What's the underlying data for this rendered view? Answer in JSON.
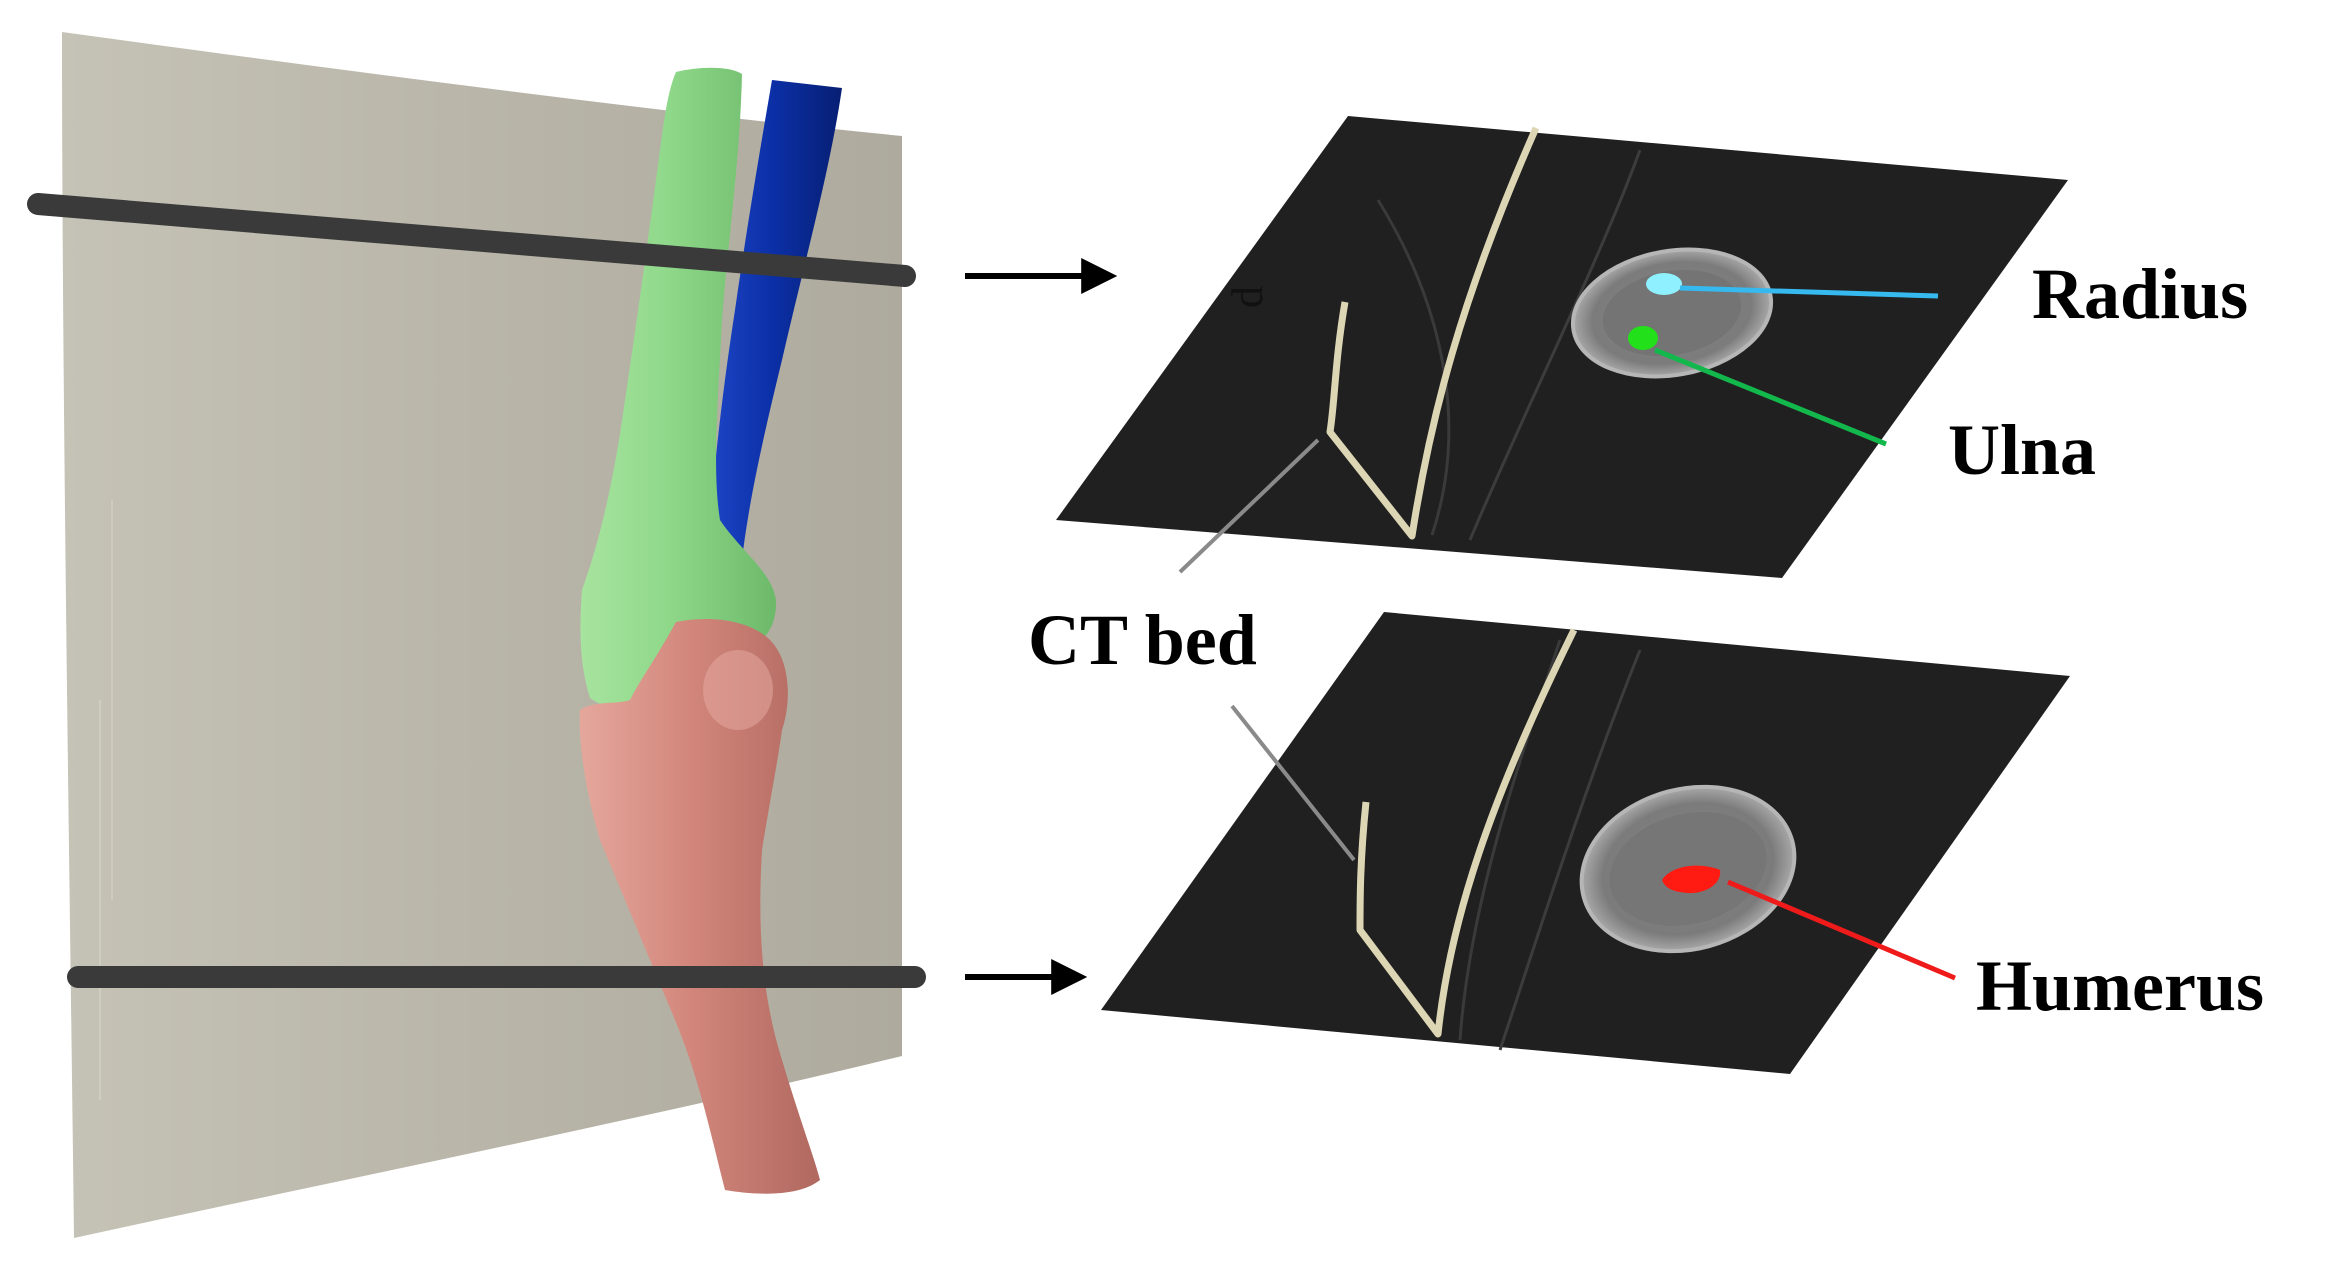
{
  "labels": {
    "radius": "Radius",
    "ulna": "Ulna",
    "ct_bed": "CT bed",
    "humerus": "Humerus",
    "slice_mark": "d"
  },
  "colors": {
    "background": "#ffffff",
    "ct_bed_panel": "#b9b6a9",
    "radius_bone": "#8fd88a",
    "ulna_bone": "#0b2fa6",
    "humerus_bone": "#d3877c",
    "ct_slice_background": "#202020",
    "ct_bed_outline": "#ddd6b4",
    "radius_highlight": "#8ff0ff",
    "ulna_highlight": "#22e01a",
    "humerus_highlight": "#ff1a12",
    "radius_leader": "#35b9ee",
    "ulna_leader": "#12b84c",
    "humerus_leader": "#ef1b1b",
    "ct_bed_leader": "#8a8a8a",
    "slice_bar": "#3a3a3a",
    "arrow": "#000000"
  }
}
